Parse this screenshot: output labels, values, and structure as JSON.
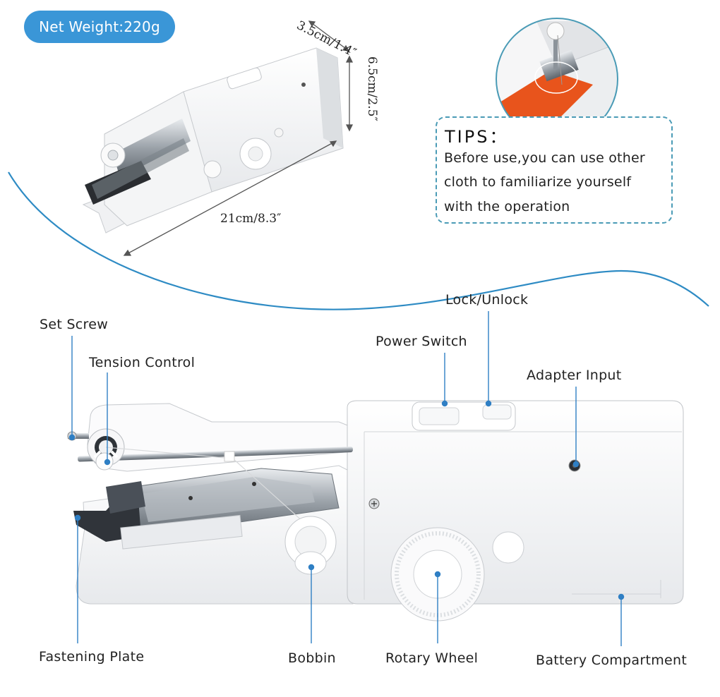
{
  "badge": {
    "net_weight": "Net Weight:220g"
  },
  "dimensions": {
    "depth": "3.5cm/1.4″",
    "height": "6.5cm/2.5″",
    "length": "21cm/8.3″"
  },
  "tips": {
    "title": "TIPS：",
    "lines": [
      "Before use,you can use other",
      "cloth to familiarize yourself",
      "with the operation"
    ]
  },
  "labels": {
    "set_screw": "Set Screw",
    "tension_control": "Tension Control",
    "power_switch": "Power Switch",
    "lock_unlock": "Lock/Unlock",
    "adapter_input": "Adapter Input",
    "fastening_plate": "Fastening Plate",
    "bobbin": "Bobbin",
    "rotary_wheel": "Rotary Wheel",
    "battery_compartment": "Battery Compartment"
  },
  "colors": {
    "accent": "#3a96d7",
    "callout": "#2f7fc4",
    "fabric": "#e8541c",
    "curve": "#2e8bc4"
  }
}
